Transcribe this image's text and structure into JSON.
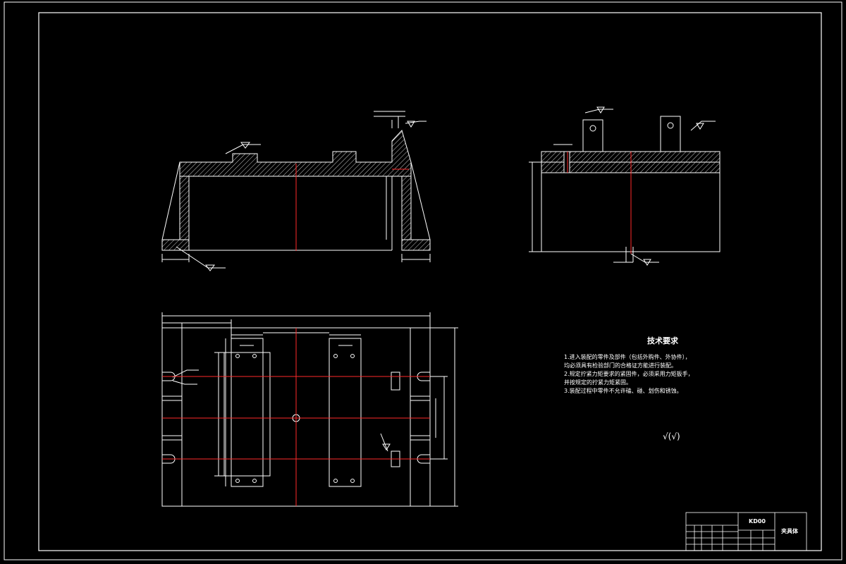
{
  "technical_requirements": {
    "title": "技术要求",
    "items": [
      "1.进入装配的零件及部件（包括外购件、外协件），",
      "均必须具有检验部门的合格证方能进行装配。",
      "2.规定拧紧力矩要求的紧固件，必须采用力矩扳手，",
      "并按规定的拧紧力矩紧固。",
      "3.装配过程中零件不允许磕、碰、划伤和锈蚀。"
    ]
  },
  "roughness_symbol": "√(√)",
  "title_block": {
    "drawing_code": "KD00",
    "drawing_name": "夹具体"
  },
  "colors": {
    "background": "#000000",
    "lines": "#ffffff",
    "centerlines": "#ff2a2a",
    "hatch": "#ffffff"
  }
}
